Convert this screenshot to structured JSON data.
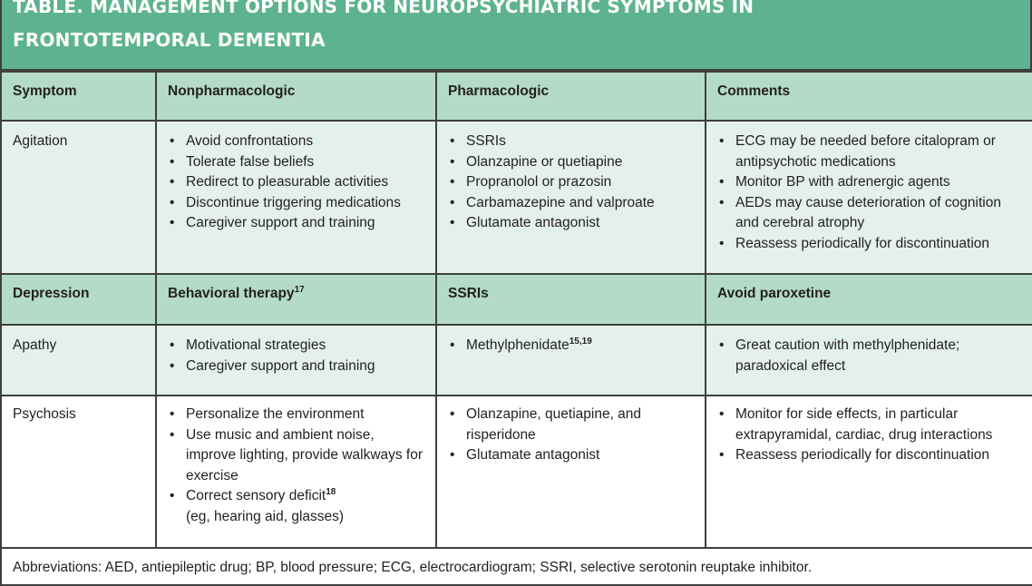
{
  "title": {
    "line1": "TABLE. MANAGEMENT OPTIONS FOR NEUROPSYCHIATRIC SYMPTOMS IN",
    "line2": "FRONTOTEMPORAL DEMENTIA"
  },
  "headers": {
    "symptom": "Symptom",
    "nonpharm": "Nonpharmacologic",
    "pharm": "Pharmacologic",
    "comments": "Comments"
  },
  "agitation": {
    "symptom": "Agitation",
    "nonpharm": [
      "Avoid confrontations",
      "Tolerate false beliefs",
      "Redirect to pleasurable activities",
      "Discontinue triggering medications",
      "Caregiver support and training"
    ],
    "pharm": [
      "SSRIs",
      "Olanzapine or quetiapine",
      "Propranolol or prazosin",
      "Carbamazepine and valproate",
      "Glutamate antagonist"
    ],
    "comments": [
      "ECG may be needed before citalopram or antipsychotic medications",
      "Monitor BP with adrenergic agents",
      "AEDs may cause deterioration of cognition and cerebral atrophy",
      "Reassess periodically for discontinuation"
    ]
  },
  "depression": {
    "symptom": "Depression",
    "nonpharm": "Behavioral therapy",
    "nonpharm_ref": "17",
    "pharm": "SSRIs",
    "comments": "Avoid paroxetine"
  },
  "apathy": {
    "symptom": "Apathy",
    "nonpharm": [
      "Motivational strategies",
      "Caregiver support and training"
    ],
    "pharm": "Methylphenidate",
    "pharm_ref": "15,19",
    "comments": [
      "Great caution with methylphenidate; paradoxical effect"
    ]
  },
  "psychosis": {
    "symptom": "Psychosis",
    "nonpharm_1": "Personalize the environment",
    "nonpharm_2": "Use music and ambient noise, improve lighting, provide walkways for exercise",
    "nonpharm_3": "Correct sensory deficit",
    "nonpharm_3_ref": "18",
    "nonpharm_3_note": "(eg, hearing aid, glasses)",
    "pharm": [
      "Olanzapine, quetiapine, and risperidone",
      "Glutamate antagonist"
    ],
    "comments": [
      "Monitor for side effects, in particular extrapyramidal, cardiac, drug interactions",
      "Reassess periodically for discontinuation"
    ]
  },
  "footer": "Abbreviations: AED, antiepileptic drug; BP, blood pressure; ECG, electrocardiogram; SSRI, selective serotonin reuptake inhibitor.",
  "colors": {
    "title_bg": "#5db28f",
    "header_bg": "#b3dbc7",
    "row_tint": "#e4f1ea",
    "border": "#3f3f3f"
  }
}
